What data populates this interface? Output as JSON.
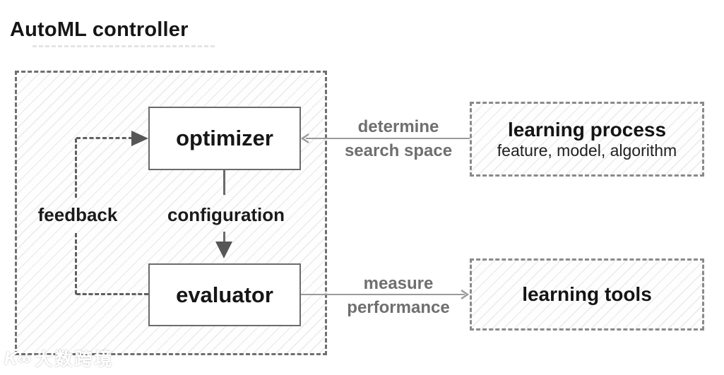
{
  "page": {
    "title": "AutoML controller"
  },
  "controller": {
    "optimizer": "optimizer",
    "evaluator": "evaluator",
    "feedback": "feedback",
    "configuration": "configuration"
  },
  "arrows": {
    "determine": {
      "line1": "determine",
      "line2": "search space"
    },
    "measure": {
      "line1": "measure",
      "line2": "performance"
    }
  },
  "external": {
    "learning_process": {
      "title": "learning process",
      "subtitle": "feature, model, algorithm"
    },
    "learning_tools": {
      "title": "learning tools"
    }
  },
  "watermark": {
    "logo": "K∞",
    "text": "大数跨境"
  },
  "colors": {
    "text_dark": "#161616",
    "label_gray": "#6f6f6f",
    "line_gray": "#9b9b9b",
    "dash_gray": "#6f6f6f",
    "arrow_fill": "#565656"
  }
}
